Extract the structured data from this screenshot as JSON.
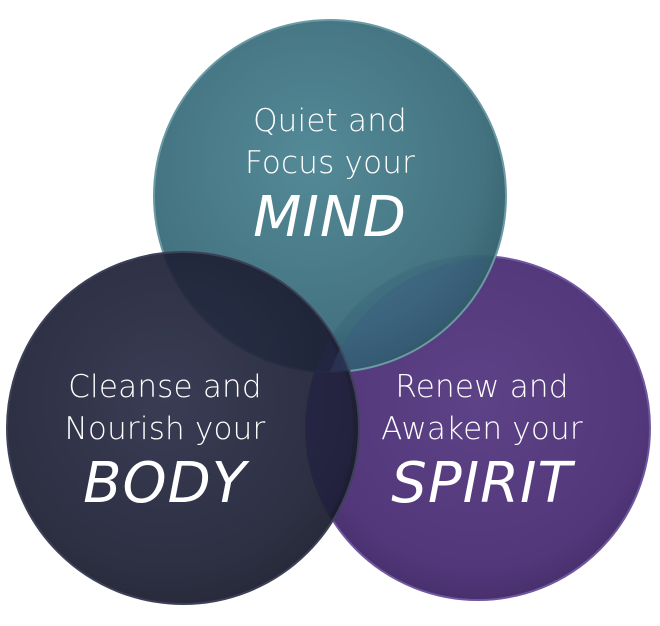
{
  "circles": [
    {
      "id": "mind",
      "line1": "Quiet and",
      "line2": "Focus your",
      "emphasis": "MIND",
      "color": "#3f7380"
    },
    {
      "id": "body",
      "line1": "Cleanse and",
      "line2": "Nourish your",
      "emphasis": "BODY",
      "color": "#1f2238"
    },
    {
      "id": "spirit",
      "line1": "Renew and",
      "line2": "Awaken your",
      "emphasis": "SPIRIT",
      "color": "#55397a"
    }
  ]
}
